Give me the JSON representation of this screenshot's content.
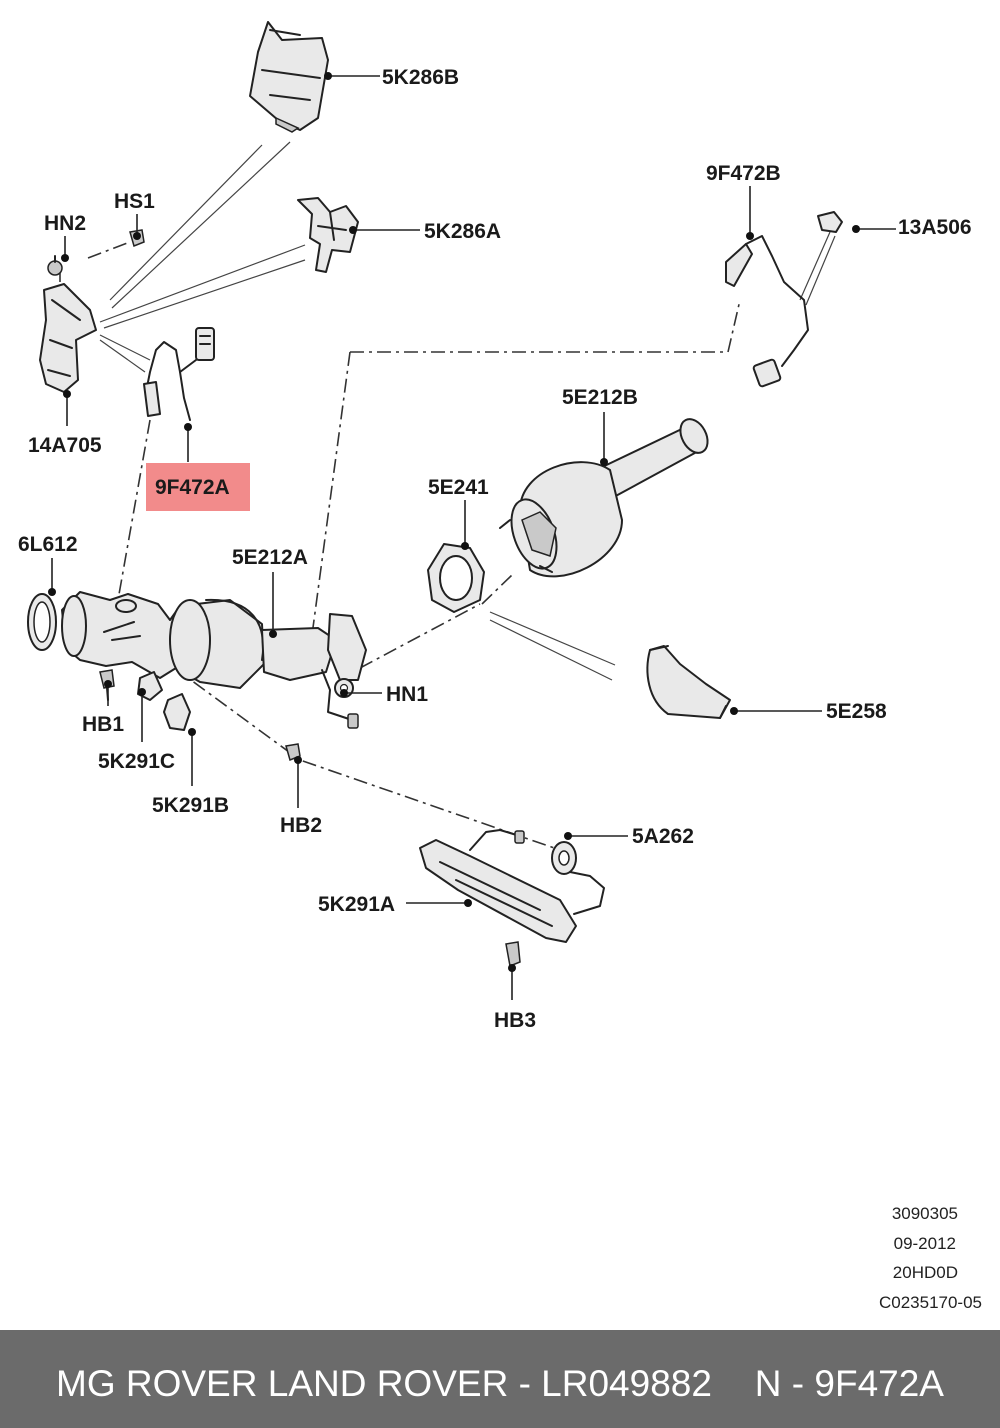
{
  "labels": {
    "l5K286B": "5K286B",
    "l9F472B": "9F472B",
    "lHS1": "HS1",
    "lHN2": "HN2",
    "l5K286A": "5K286A",
    "l13A506": "13A506",
    "l14A705": "14A705",
    "l9F472A": "9F472A",
    "l5E212B": "5E212B",
    "l5E241": "5E241",
    "l6L612": "6L612",
    "l5E212A": "5E212A",
    "lHN1": "HN1",
    "l5E258": "5E258",
    "lHB1": "HB1",
    "l5K291C": "5K291C",
    "l5K291B": "5K291B",
    "lHB2": "HB2",
    "l5A262": "5A262",
    "l5K291A": "5K291A",
    "lHB3": "HB3"
  },
  "highlight_color": "#f28b8b",
  "meta": [
    "3090305",
    "09-2012",
    "20HD0D",
    "C0235170-05"
  ],
  "footer": {
    "left": "MG ROVER LAND ROVER - LR049882",
    "right": "N - 9F472A",
    "background": "#6b6b6b"
  }
}
